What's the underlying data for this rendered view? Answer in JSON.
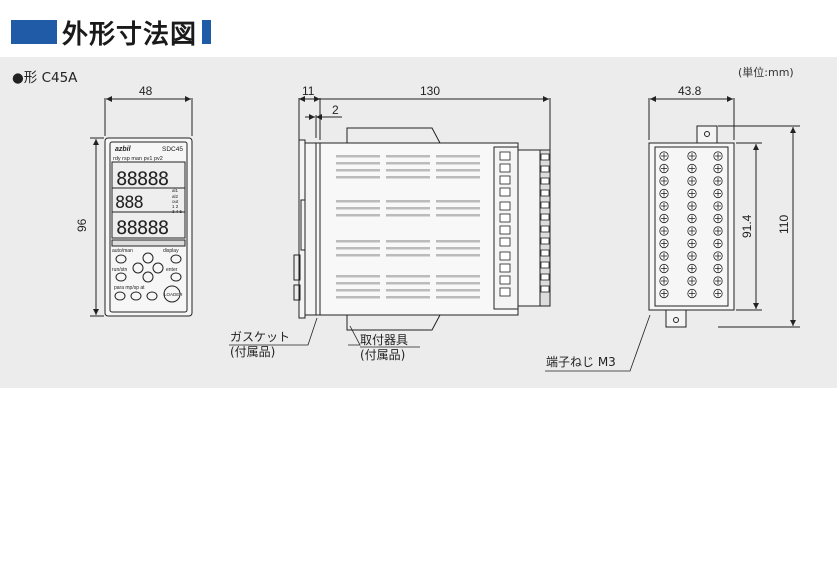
{
  "header": {
    "title": "外形寸法図"
  },
  "panel": {
    "model": "●形 C45A",
    "unit_note": "(単位:mm)"
  },
  "dimensions": {
    "front_width": "48",
    "front_height": "96",
    "gasket_thickness": "11",
    "panel_gap": "2",
    "body_depth": "130",
    "rear_width": "43.8",
    "rear_height_inner": "91.4",
    "rear_height_outer": "110"
  },
  "front_panel": {
    "brand": "azbil",
    "model_label": "SDC45",
    "top_indicators": "rdy  rsp  man     pv1  pv2",
    "side_indicators": [
      "al1",
      "al2",
      "out",
      "1  2",
      "3 4 5"
    ],
    "key_left": "auto/man",
    "key_right": "display",
    "key_row1_left": "run/stn",
    "key_row1_right": "enter",
    "key_row2": "para  mp/sp  at",
    "loader": "LOADER"
  },
  "callouts": {
    "gasket": "ガスケット",
    "gasket_note": "(付属品)",
    "bracket": "取付器具",
    "bracket_note": "(付属品)",
    "screw": "端子ねじ M3"
  },
  "colors": {
    "accent": "#1f5ba6",
    "panel_bg": "#ececec"
  }
}
